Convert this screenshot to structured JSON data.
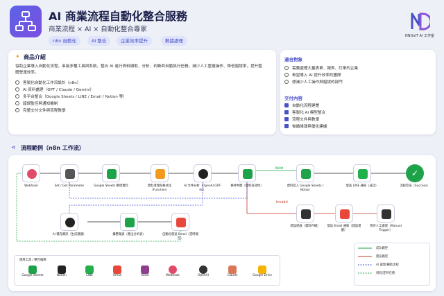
{
  "header": {
    "title": "AI 商業流程自動化整合服務",
    "subtitle": "商業流程 × AI × 自動化整合專家",
    "tags": [
      "n8n 自動化",
      "AI 整合",
      "企業效率提升",
      "數據處理"
    ],
    "brand": "NNDoIT AI 工作室"
  },
  "intro": {
    "heading": "商品介紹",
    "description": "協助企業導入自動化流程，串接多種工具與系統，整合 AI 進行資料擷取、分析、判斷與自動執行任務，減少人工重複操作、降低錯誤率，提升整體營運效率。",
    "features": [
      "客製化自動化工作流設計（n8n）",
      "AI 資料處理（GPT / Claude / Gemini）",
      "多平台整合（Google Sheets / LINE / Email / Notion 等）",
      "錯誤監控與通知機制",
      "完整交付文件與流程教學"
    ]
  },
  "suitable": {
    "heading": "適合對象",
    "items": [
      "需要處理大量表單、報表、訂單的企業",
      "希望導入 AI 提升效率的團隊",
      "想減少人工操作與錯誤的部門"
    ]
  },
  "deliverables": {
    "heading": "交付內容",
    "items": [
      "自動化流程建置",
      "客製化 AI 模型整合",
      "流程文件與教學",
      "後續維運與優化建議"
    ]
  },
  "flow": {
    "heading": "流程範例（n8n 工作流）",
    "nodes": {
      "webhook": "Webhook",
      "set": "Set / Get Parameter",
      "sheets": "Google Sheets 整理資料",
      "func": "資料清理與格式化（Function）",
      "ai": "AI 文件分析（OpenAI GPT-4o）",
      "cond": "條件判斷（資料有效性）",
      "sheets2": "資料寫入 Google Sheets / Notion",
      "line": "發送 LINE 通知（成功）",
      "success_label": "流程完成（Success）",
      "success_text": "✓",
      "ai2": "AI 補充資訊（生成建議）",
      "report": "彙整報表（產出分析表）",
      "email": "自動化發送 Email（定時報告）",
      "error": "錯誤紀錄（資料存檔）",
      "email2": "發送 Email 通知（錯誤提醒）",
      "wait": "等待人工處理（Manual Trigger）"
    },
    "valid_label": "Valid",
    "invalid_label": "Invalid",
    "tools_heading": "使用工具 / 整合服務",
    "tools": [
      "Google Sheets",
      "Notion",
      "LINE",
      "Gmail",
      "Slack",
      "Webhook",
      "OpenAI",
      "Claude",
      "Google Drive"
    ],
    "legend": [
      "成功路徑",
      "錯誤路徑",
      "AI 處理/輔助流程",
      "排程/定時任務"
    ]
  },
  "colors": {
    "accent": "#4a50c8",
    "success": "#1fa34a",
    "error": "#c0392b",
    "ai_path": "#3b4fd6"
  }
}
